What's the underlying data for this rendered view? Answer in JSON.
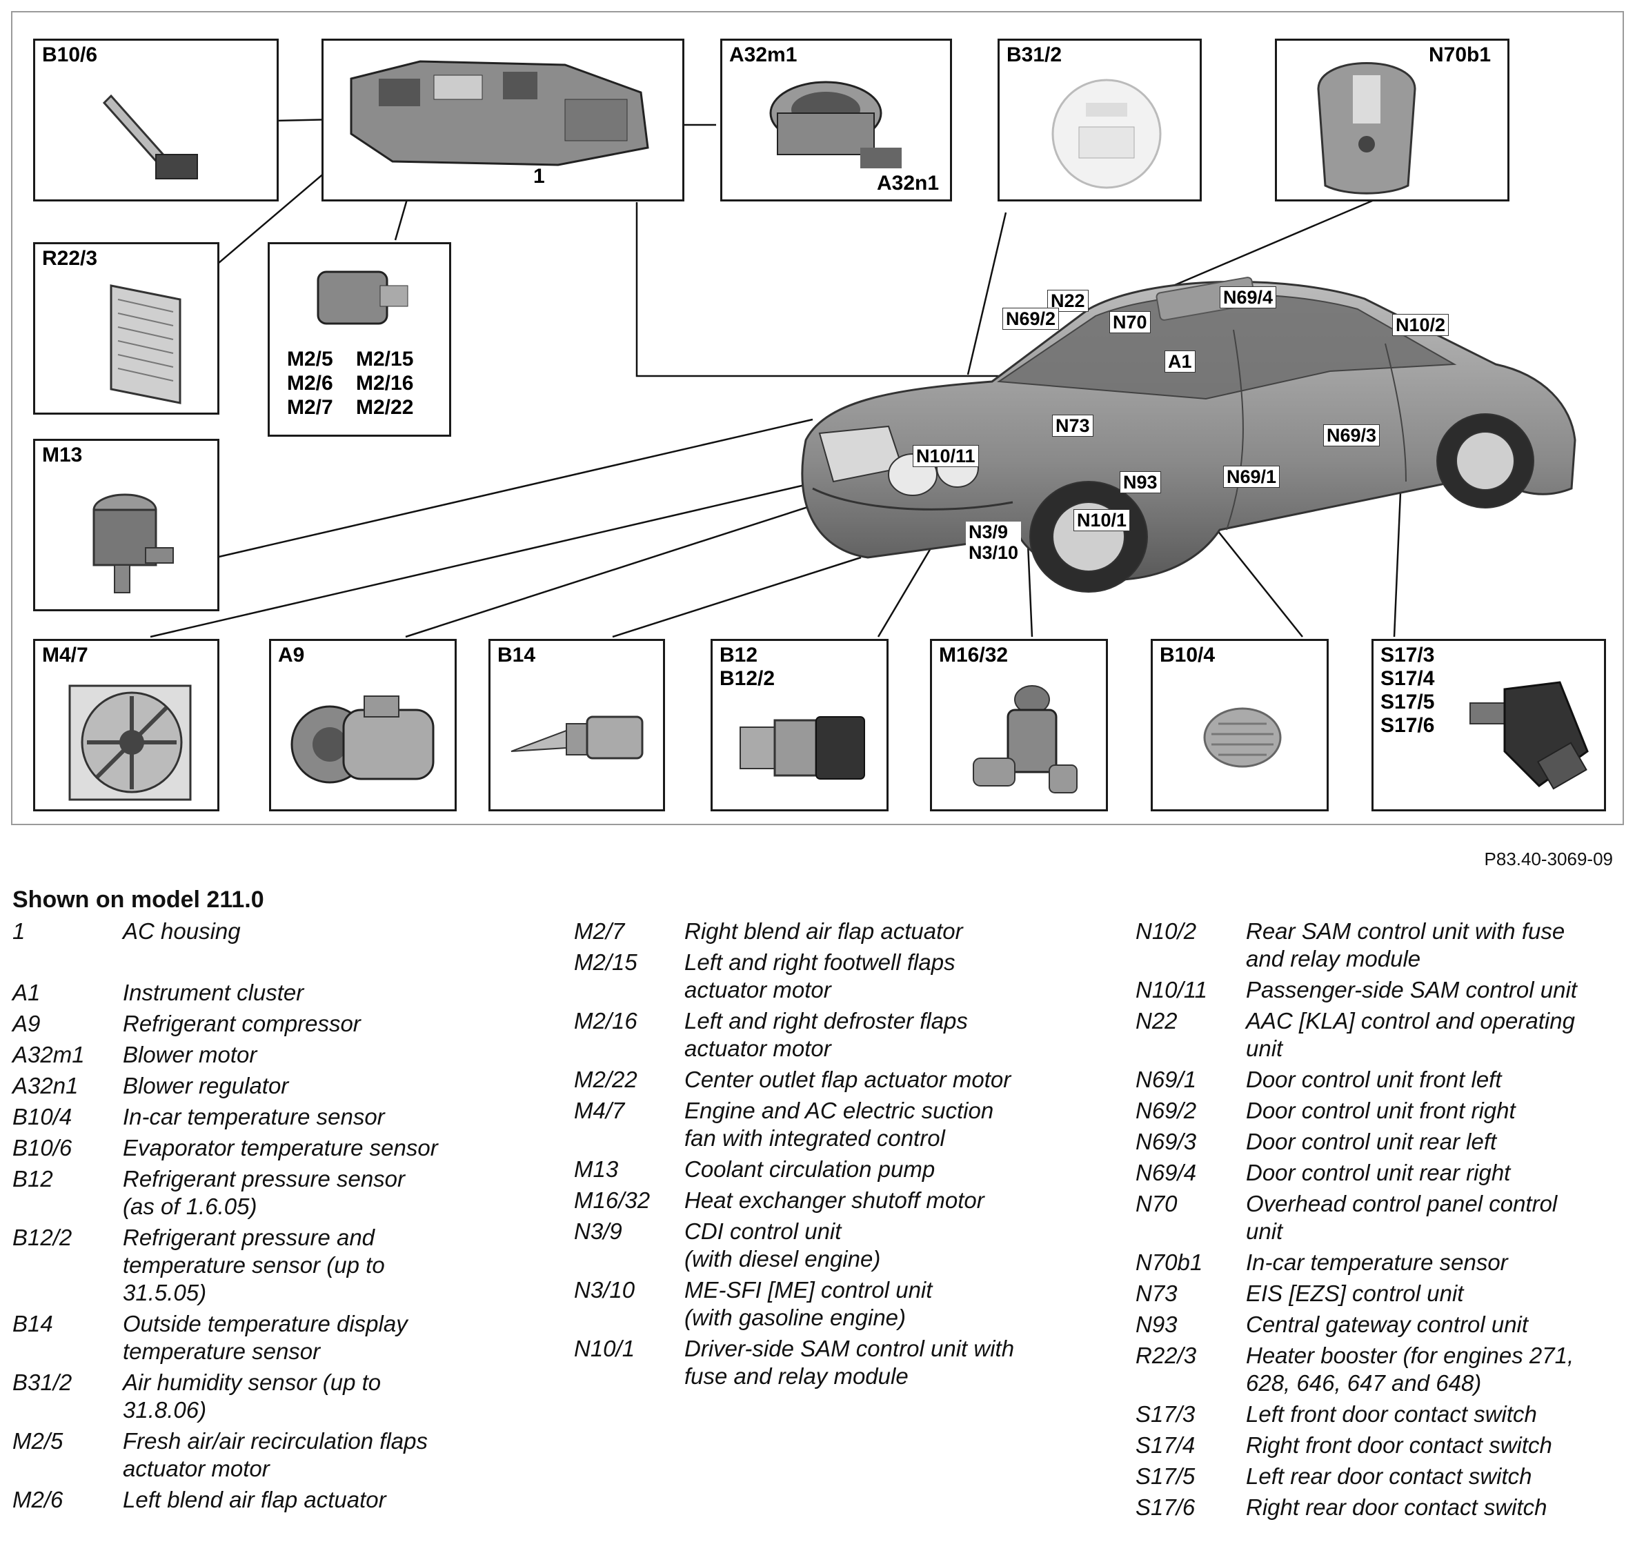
{
  "figure": {
    "figure_code": "P83.40-3069-09",
    "boxes": {
      "b10_6": "B10/6",
      "ac_housing": "1",
      "a32": [
        "A32m1",
        "A32n1"
      ],
      "b31_2": "B31/2",
      "n70b1": "N70b1",
      "r22_3": "R22/3",
      "m2_group": [
        "M2/5",
        "M2/15",
        "M2/6",
        "M2/16",
        "M2/7",
        "M2/22"
      ],
      "m13": "M13",
      "m4_7": "M4/7",
      "a9": "A9",
      "b14": "B14",
      "b12": "B12\nB12/2",
      "m16_32": "M16/32",
      "b10_4": "B10/4",
      "s17": "S17/3\nS17/4\nS17/5\nS17/6"
    },
    "car_callouts": {
      "n22": "N22",
      "n70": "N70",
      "n69_4": "N69/4",
      "n69_2": "N69/2",
      "a1": "A1",
      "n10_2": "N10/2",
      "n73": "N73",
      "n69_3": "N69/3",
      "n10_11": "N10/11",
      "n93": "N93",
      "n69_1": "N69/1",
      "n10_1": "N10/1",
      "n3": "N3/9\nN3/10"
    }
  },
  "legend": {
    "title": "Shown on model 211.0",
    "col1": [
      {
        "code": "1",
        "desc": "AC housing"
      },
      {
        "code": "A1",
        "desc": "Instrument cluster",
        "gap_before": true
      },
      {
        "code": "A9",
        "desc": "Refrigerant compressor"
      },
      {
        "code": "A32m1",
        "desc": "Blower motor"
      },
      {
        "code": "A32n1",
        "desc": "Blower regulator"
      },
      {
        "code": "B10/4",
        "desc": "In-car temperature sensor"
      },
      {
        "code": "B10/6",
        "desc": "Evaporator temperature sensor"
      },
      {
        "code": "B12",
        "desc": "Refrigerant pressure sensor\n(as of 1.6.05)"
      },
      {
        "code": "B12/2",
        "desc": "Refrigerant pressure and\ntemperature sensor (up to\n31.5.05)"
      },
      {
        "code": "B14",
        "desc": "Outside temperature display\ntemperature sensor"
      },
      {
        "code": "B31/2",
        "desc": "Air humidity sensor (up to\n31.8.06)"
      },
      {
        "code": "M2/5",
        "desc": "Fresh air/air recirculation flaps\nactuator motor"
      },
      {
        "code": "M2/6",
        "desc": "Left blend air flap actuator"
      }
    ],
    "col2": [
      {
        "code": "M2/7",
        "desc": "Right blend air flap actuator"
      },
      {
        "code": "M2/15",
        "desc": "Left and right footwell flaps\nactuator motor"
      },
      {
        "code": "M2/16",
        "desc": "Left and right defroster flaps\nactuator motor"
      },
      {
        "code": "M2/22",
        "desc": "Center outlet flap actuator motor"
      },
      {
        "code": "M4/7",
        "desc": "Engine and AC electric suction\nfan with integrated control"
      },
      {
        "code": "M13",
        "desc": "Coolant circulation pump"
      },
      {
        "code": "M16/32",
        "desc": "Heat exchanger shutoff motor"
      },
      {
        "code": "N3/9",
        "desc": "CDI control unit\n(with diesel engine)"
      },
      {
        "code": "N3/10",
        "desc": "ME-SFI [ME] control unit\n(with gasoline engine)"
      },
      {
        "code": "N10/1",
        "desc": "Driver-side SAM control unit with\nfuse and relay module"
      }
    ],
    "col3": [
      {
        "code": "N10/2",
        "desc": "Rear SAM control unit with fuse\nand relay module"
      },
      {
        "code": "N10/11",
        "desc": "Passenger-side SAM control unit"
      },
      {
        "code": "N22",
        "desc": "AAC [KLA] control and operating\nunit"
      },
      {
        "code": "N69/1",
        "desc": "Door control unit front left"
      },
      {
        "code": "N69/2",
        "desc": "Door control unit front right"
      },
      {
        "code": "N69/3",
        "desc": "Door control unit rear left"
      },
      {
        "code": "N69/4",
        "desc": "Door control unit rear right"
      },
      {
        "code": "N70",
        "desc": "Overhead control panel control\nunit"
      },
      {
        "code": "N70b1",
        "desc": "In-car temperature sensor"
      },
      {
        "code": "N73",
        "desc": "EIS [EZS] control unit"
      },
      {
        "code": "N93",
        "desc": "Central gateway control unit"
      },
      {
        "code": "R22/3",
        "desc": "Heater booster (for engines 271,\n628, 646, 647 and 648)"
      },
      {
        "code": "S17/3",
        "desc": "Left front door contact switch"
      },
      {
        "code": "S17/4",
        "desc": "Right front door contact switch"
      },
      {
        "code": "S17/5",
        "desc": "Left rear door contact switch"
      },
      {
        "code": "S17/6",
        "desc": "Right rear door contact switch"
      }
    ]
  }
}
